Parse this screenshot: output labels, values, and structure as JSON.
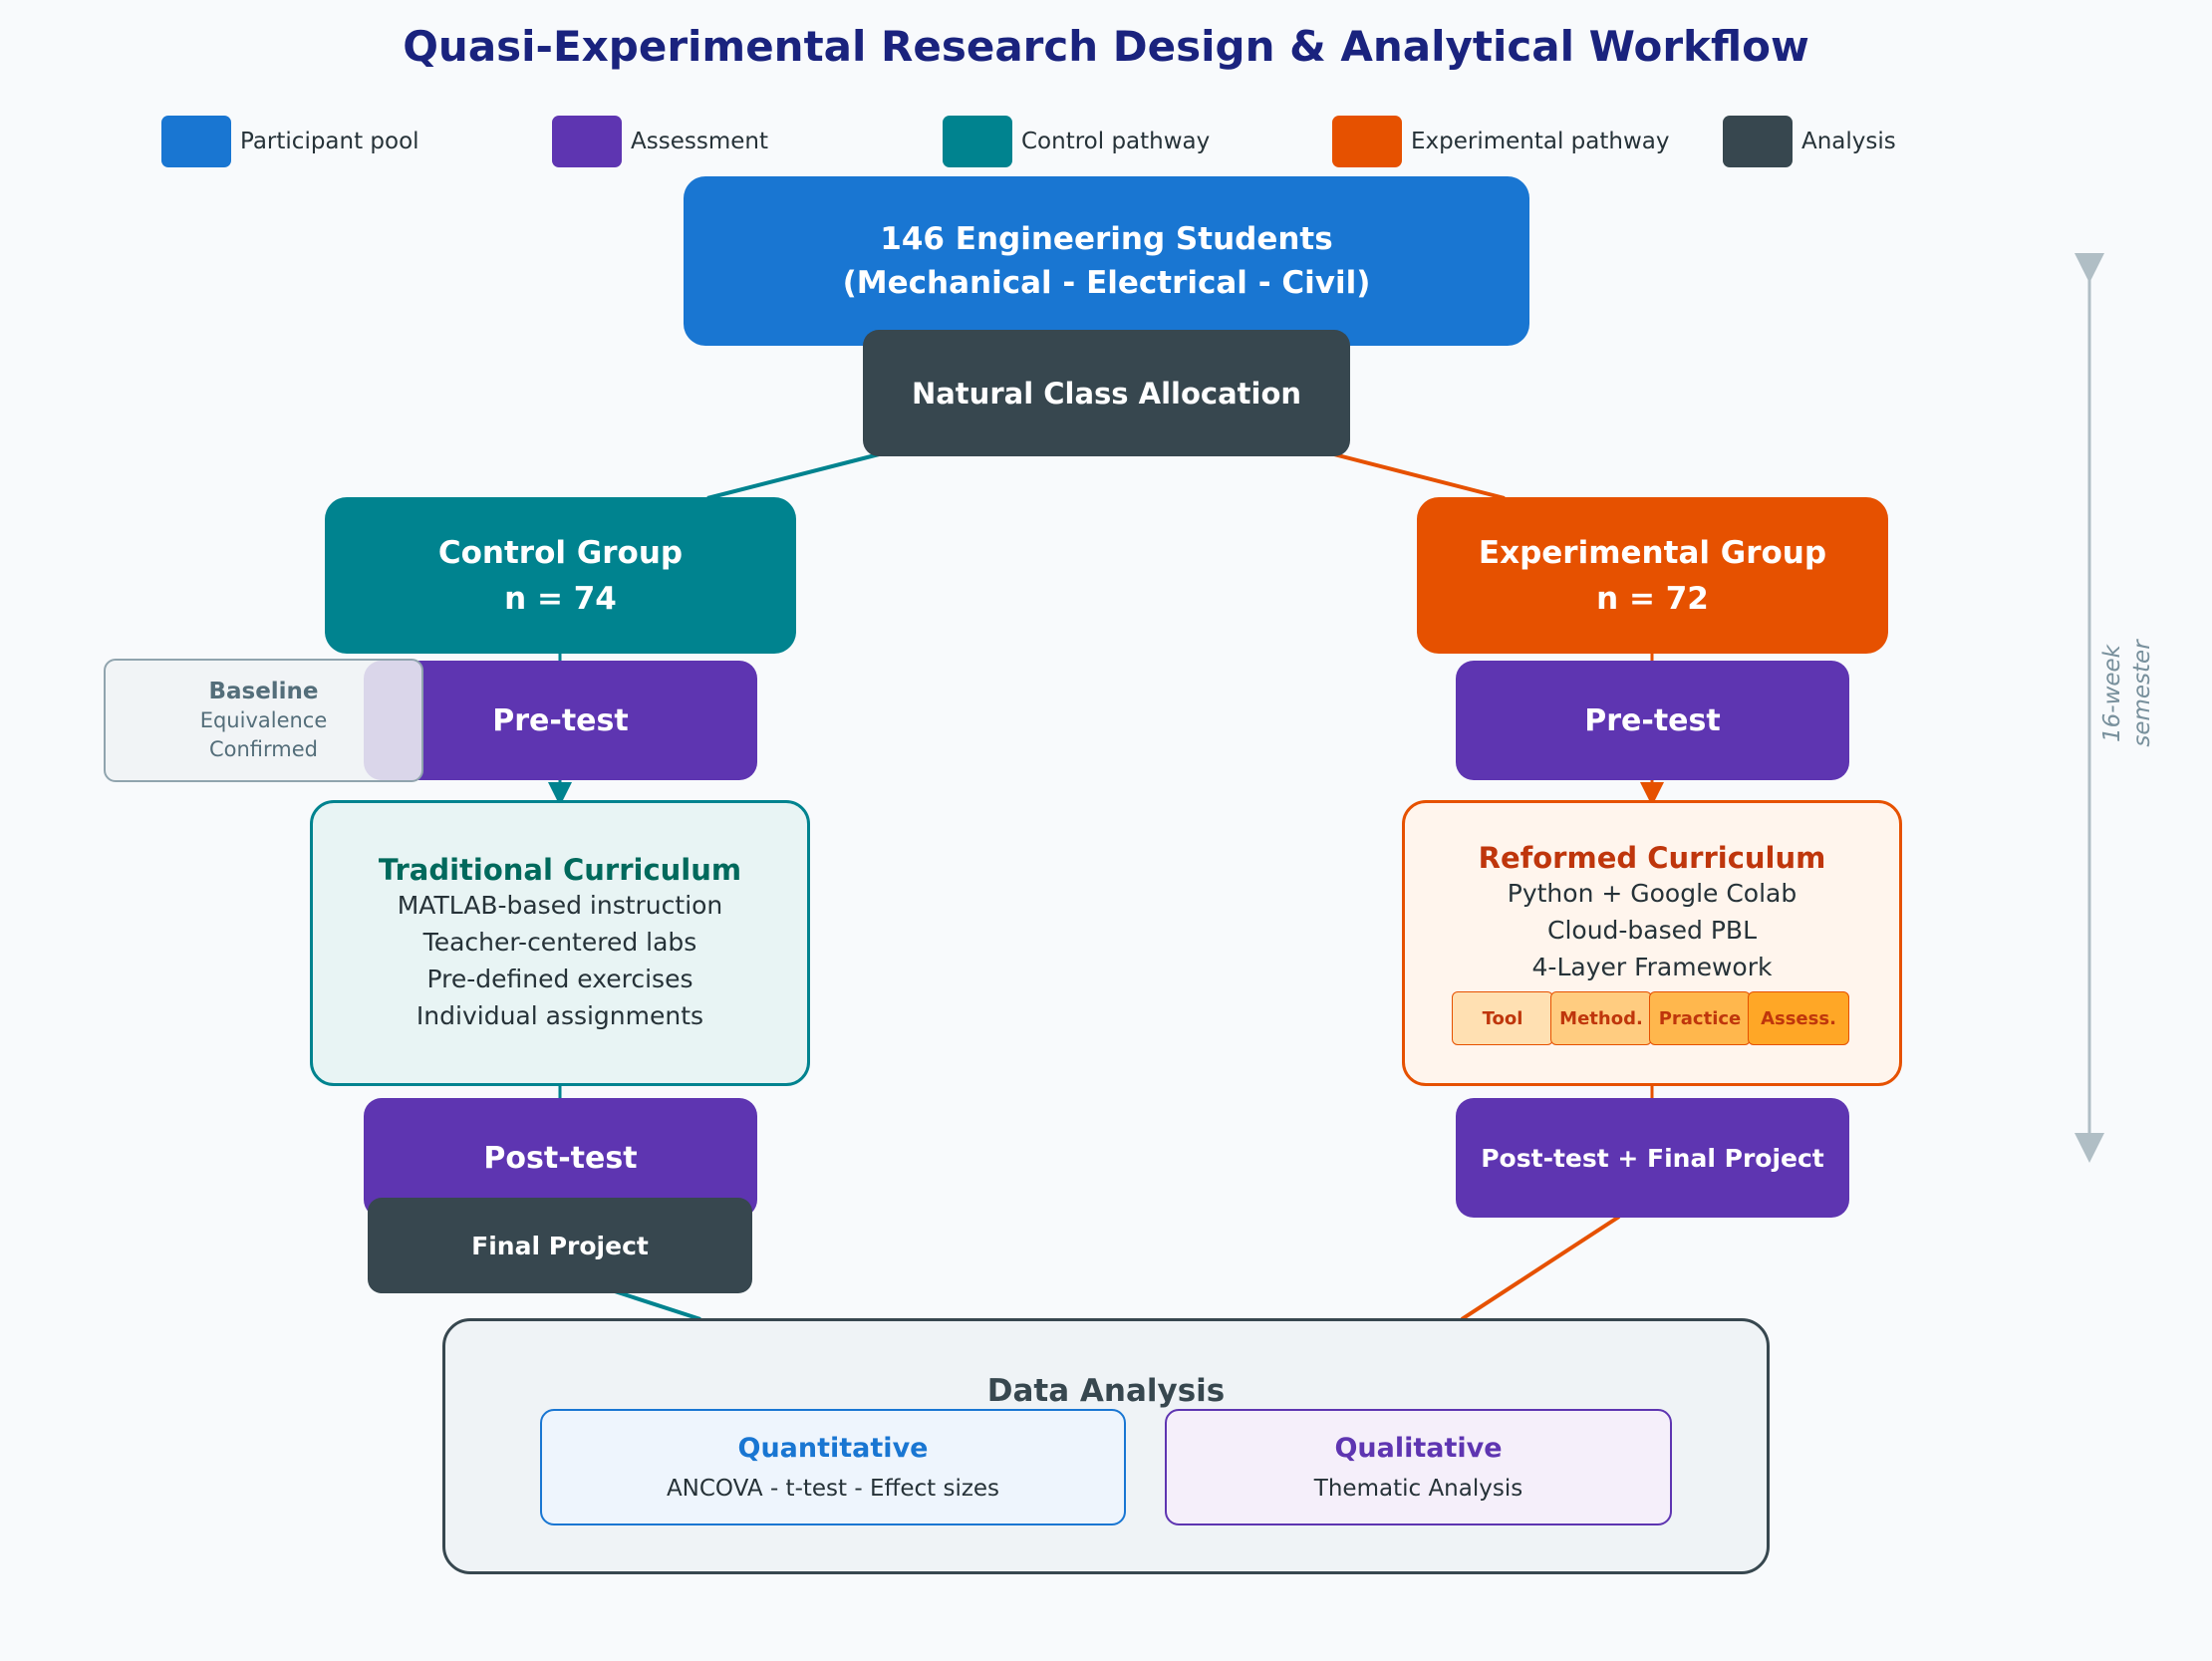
{
  "title": "Quasi-Experimental Research Design & Analytical Workflow",
  "legend": [
    {
      "label": "Participant pool",
      "color": "#1976d2"
    },
    {
      "label": "Assessment",
      "color": "#5e35b1"
    },
    {
      "label": "Control pathway",
      "color": "#00838f"
    },
    {
      "label": "Experimental pathway",
      "color": "#e65100"
    },
    {
      "label": "Analysis",
      "color": "#37474f"
    }
  ],
  "pool": {
    "line1": "146 Engineering Students",
    "line2": "(Mechanical  -  Electrical  -  Civil)"
  },
  "allocation": "Natural Class Allocation",
  "control": {
    "title": "Control Group",
    "n": "n = 74",
    "pretest": "Pre-test",
    "baseline": {
      "title": "Baseline",
      "line1": "Equivalence",
      "line2": "Confirmed"
    },
    "curriculum_title": "Traditional Curriculum",
    "curriculum_items": [
      "MATLAB-based instruction",
      "Teacher-centered labs",
      "Pre-defined exercises",
      "Individual assignments"
    ],
    "posttest": "Post-test",
    "final": "Final Project"
  },
  "experimental": {
    "title": "Experimental Group",
    "n": "n = 72",
    "pretest": "Pre-test",
    "curriculum_title": "Reformed Curriculum",
    "curriculum_items": [
      "Python + Google Colab",
      "Cloud-based PBL",
      "4-Layer Framework"
    ],
    "layers": [
      "Tool",
      "Method.",
      "Practice",
      "Assess."
    ],
    "posttest": "Post-test + Final Project"
  },
  "analysis": {
    "title": "Data Analysis",
    "quant_title": "Quantitative",
    "quant_text": "ANCOVA  -  t-test  -  Effect sizes",
    "qual_title": "Qualitative",
    "qual_text": "Thematic Analysis"
  },
  "timeline": {
    "line1": "16-week",
    "line2": "semester"
  }
}
